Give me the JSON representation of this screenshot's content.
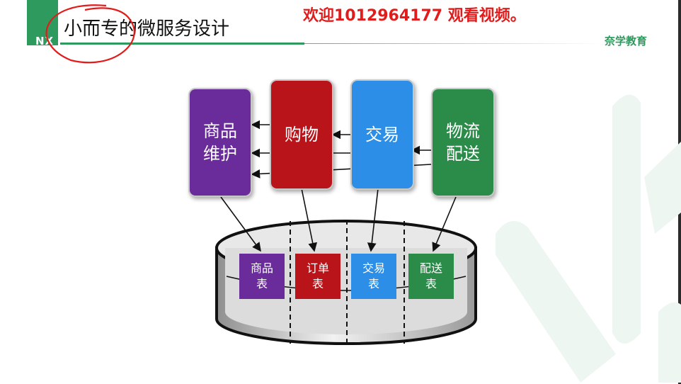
{
  "slide": {
    "title": "小而专的微服务设计",
    "logo_text": "NX",
    "watermark": "欢迎1012964177 观看视频。",
    "brand": "奈学教育"
  },
  "colors": {
    "accent_green": "#2e9a5e",
    "watermark_red": "#e21b1b",
    "purple": "#6a2c9a",
    "red": "#b8141a",
    "blue": "#2c8ee6",
    "green": "#2a8c48"
  },
  "diagram": {
    "services": [
      {
        "id": "product",
        "label": "商品维护",
        "color": "#6a2c9a"
      },
      {
        "id": "shopping",
        "label": "购物",
        "color": "#b8141a"
      },
      {
        "id": "trade",
        "label": "交易",
        "color": "#2c8ee6"
      },
      {
        "id": "logistics",
        "label": "物流配送",
        "color": "#2a8c48"
      }
    ],
    "tables": [
      {
        "id": "product",
        "label": "商品表",
        "color": "#6a2c9a"
      },
      {
        "id": "order",
        "label": "订单表",
        "color": "#b8141a"
      },
      {
        "id": "trade",
        "label": "交易表",
        "color": "#2c8ee6"
      },
      {
        "id": "delivery",
        "label": "配送表",
        "color": "#2a8c48"
      }
    ]
  }
}
